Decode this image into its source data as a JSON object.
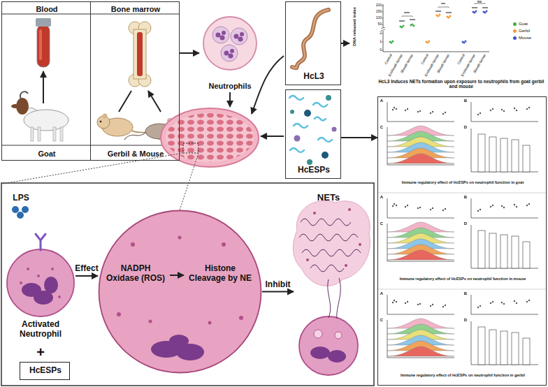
{
  "diagram": {
    "nodes": [
      {
        "text": [
          "Blood",
          "Goat"
        ]
      },
      {
        "text": [
          "Bone marrow",
          "Gerbil & Mouse"
        ]
      },
      {
        "text": [
          "Neutrophils"
        ]
      },
      {
        "text": [
          "HcL3"
        ]
      },
      {
        "text": [
          "HcESPs"
        ]
      },
      {
        "text": [
          "HcL3 Induces NETs formation upon exposure to neutrophils from goat gerbil and mouse"
        ]
      },
      {
        "text": [
          "Immune regulatory effect of HcESPs on neutrophil function in goat",
          "Immune regulatory effect of HcESPs on neutrophil function in mouse",
          "Immune regulatory effect of HcESPs on neutrophil function in gerbil"
        ]
      },
      {
        "text": [
          "Activated Neutrophil"
        ]
      },
      {
        "text": [
          "HcESPs"
        ]
      },
      {
        "text": [
          "NADPH Oxidase (ROS)",
          "Histone Cleavage by NE"
        ]
      },
      {
        "text": [
          "NETs"
        ]
      }
    ],
    "edges": [
      {
        "from": 1,
        "to": 2,
        "arrow": "to"
      },
      {
        "from": 3,
        "to": 5,
        "arrow": "to"
      },
      {
        "from": 4,
        "to": 6,
        "arrow": "to"
      },
      {
        "from": 7,
        "to": 9,
        "arrow": "to",
        "label": "Effect"
      },
      {
        "from": 9,
        "to": 10,
        "arrow": "to",
        "label": "Inhibit"
      }
    ],
    "labels": [
      "DNA released index",
      "200",
      "150",
      "100",
      "50",
      "2",
      "1",
      "0",
      "Control",
      "Exsheath larvae",
      "Sheath larvae",
      "Control",
      "Exsheath larvae",
      "Sheath larvae",
      "Control",
      "Exsheath larvae",
      "Sheath larvae",
      "****",
      "****",
      "****",
      "***",
      "****",
      "****",
      "ns",
      "****",
      "****",
      "A",
      "B",
      "C",
      "D",
      "A",
      "B",
      "C",
      "D",
      "A",
      "B",
      "C",
      "D",
      "LPS",
      "+"
    ],
    "legend": [
      {
        "text": "Goat",
        "color": "#3cb043"
      },
      {
        "text": "Gerbil",
        "color": "#f39c34"
      },
      {
        "text": "Mouse",
        "color": "#3f51c8"
      }
    ]
  }
}
